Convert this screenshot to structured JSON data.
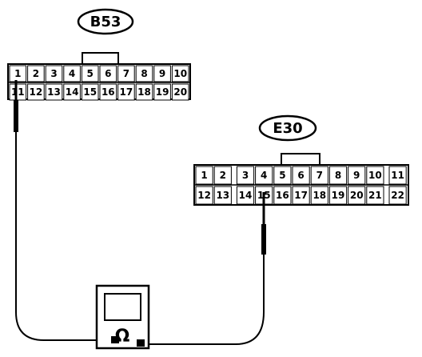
{
  "connectors": [
    {
      "label": "B53",
      "row1": [
        "1",
        "2",
        "3",
        "4",
        "5",
        "6",
        "7",
        "8",
        "9",
        "10"
      ],
      "row2": [
        "11",
        "12",
        "13",
        "14",
        "15",
        "16",
        "17",
        "18",
        "19",
        "20"
      ],
      "probe_terminal": "1"
    },
    {
      "label": "E30",
      "row1": [
        "1",
        "2",
        "3",
        "4",
        "5",
        "6",
        "7",
        "8",
        "9",
        "10",
        "11"
      ],
      "row2": [
        "12",
        "13",
        "14",
        "15",
        "16",
        "17",
        "18",
        "19",
        "20",
        "21",
        "22"
      ],
      "probe_terminal": "15"
    }
  ],
  "meter": {
    "symbol": "Ω"
  }
}
